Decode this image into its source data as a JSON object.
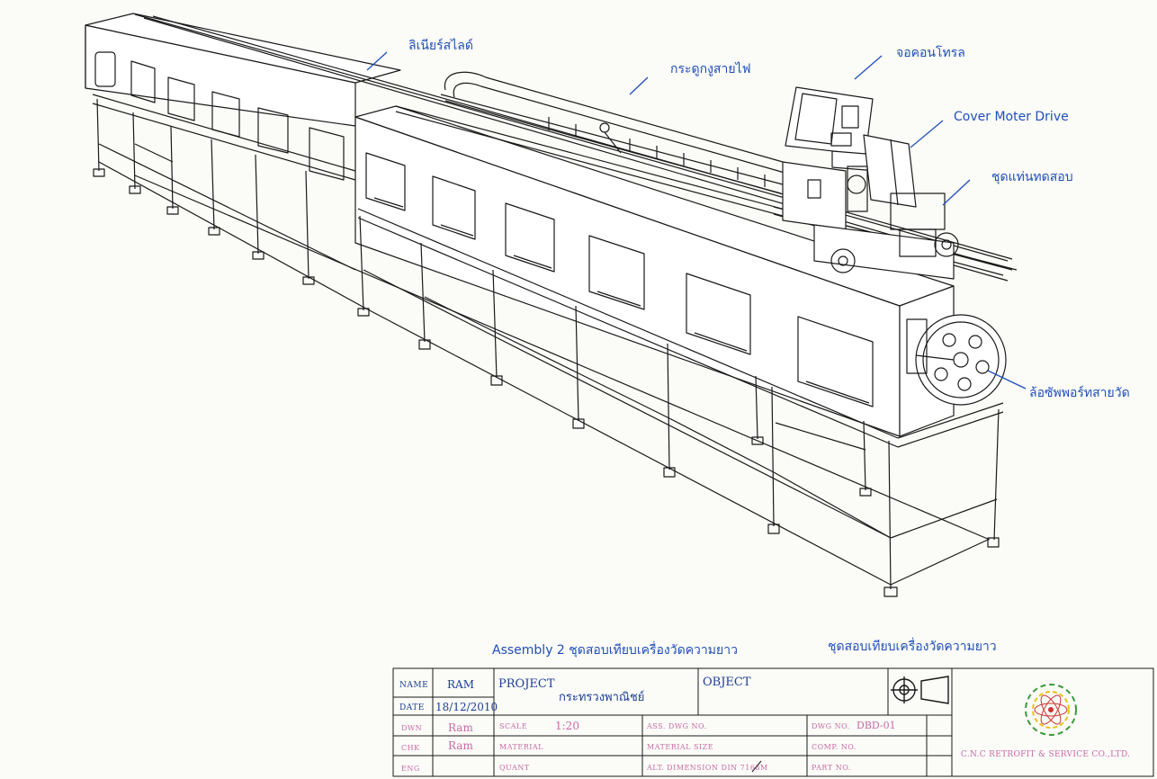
{
  "labels": {
    "linear_slide": "ลิเนียร์สไลด์",
    "cable_chain": "กระดูกงูสายไฟ",
    "control_display": "จอคอนโทรล",
    "cover_motor": "Cover Moter Drive",
    "test_stand": "ชุดแท่นทดสอบ",
    "support_wheel": "ล้อซัพพอร์ทสายวัด"
  },
  "captions": {
    "assembly": "Assembly 2  ชุดสอบเทียบเครื่องวัดความยาว",
    "object_title": "ชุดสอบเทียบเครื่องวัดความยาว"
  },
  "title_block": {
    "name_key": "NAME",
    "name_val": "RAM",
    "date_key": "DATE",
    "date_val": "18/12/2010",
    "dwn_key": "DWN",
    "dwn_val": "Ram",
    "chk_key": "CHK",
    "chk_val": "Ram",
    "eng_key": "ENG",
    "project_key": "PROJECT",
    "project_val": "กระทรวงพาณิชย์",
    "object_key": "OBJECT",
    "scale_key": "SCALE",
    "scale_val": "1:20",
    "material_key": "MATERIAL",
    "quant_key": "QUANT",
    "ass_dwg_key": "ASS. DWG NO.",
    "material_size_key": "MATERIAL SIZE",
    "alt_dim_key": "ALT. DIMENSION  DIN  7168M",
    "dwg_no_key": "DWG NO.",
    "dwg_no_val": "DBD-01",
    "comp_no_key": "COMP. NO.",
    "part_no_key": "PART NO.",
    "company": "C.N.C RETROFIT & SERVICE CO.,LTD."
  },
  "colors": {
    "label_blue": "#1f4fb8",
    "line": "#1a1a1a",
    "pink": "#c86aa6",
    "logo_green": "#3a9a3a",
    "logo_yellow": "#e6c21a",
    "logo_red": "#cc3333"
  },
  "icons": [
    "projection-symbol-icon",
    "company-gear-logo-icon",
    "label-arrow-icon"
  ]
}
